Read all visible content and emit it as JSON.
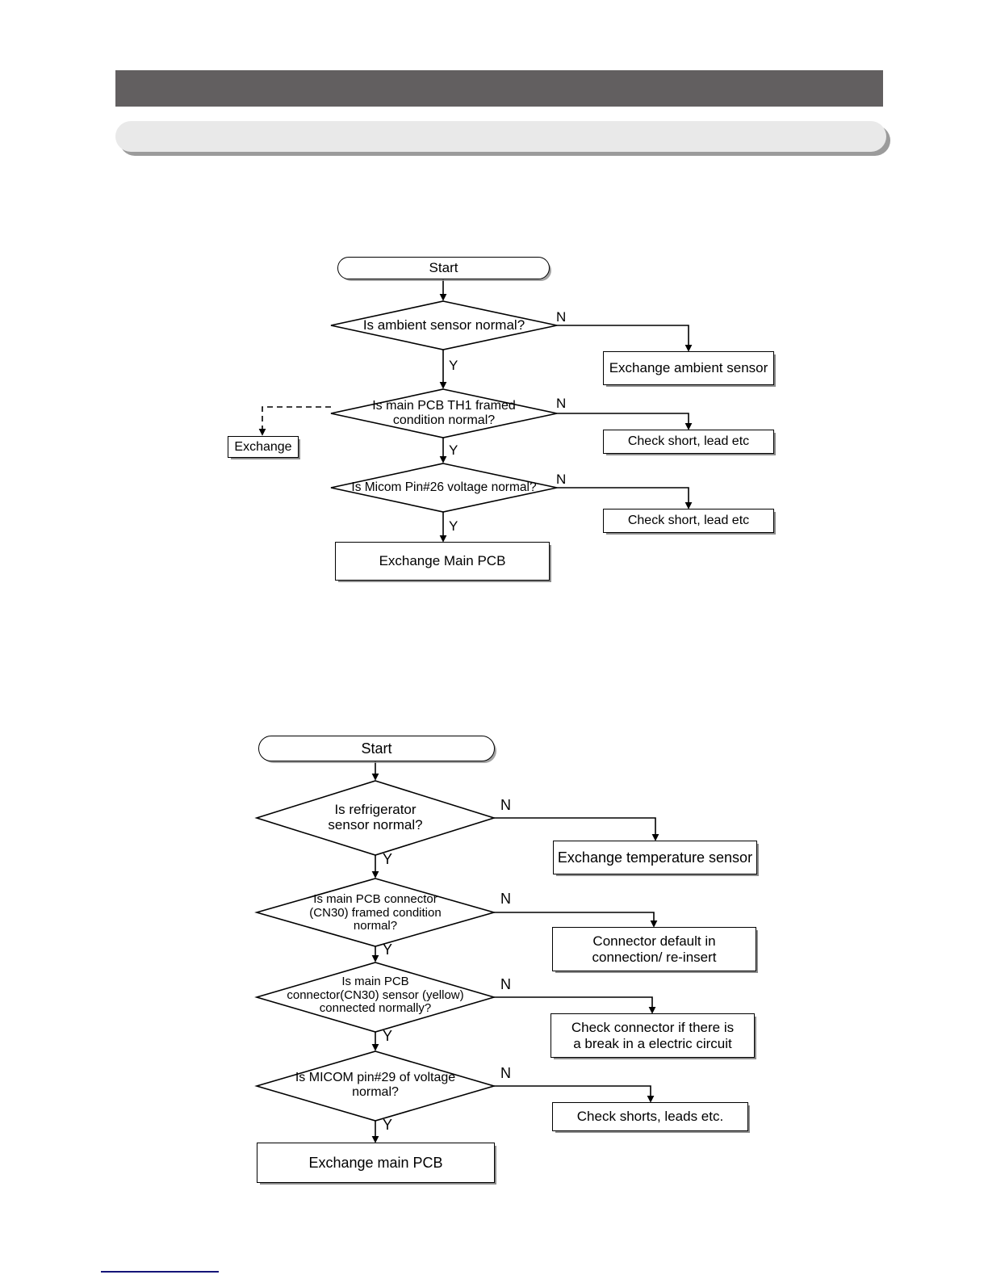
{
  "page": {
    "background_color": "#ffffff",
    "header_bar_color": "#625f60",
    "subheader_bar_color": "#e9e9e9",
    "footer_rule_color": "#141478"
  },
  "header": {
    "title_bar_text": "",
    "subtitle_bar_text": ""
  },
  "flowcharts": [
    {
      "id": "ambient-sensor-diagnostic",
      "start": {
        "label": "Start"
      },
      "decisions": [
        {
          "id": "d1",
          "label": "Is ambient sensor normal?",
          "yes_label": "Y",
          "no_label": "N"
        },
        {
          "id": "d2",
          "label_line1": "Is main PCB TH1 framed",
          "label_line2": "condition normal?",
          "yes_label": "Y",
          "no_label": "N"
        },
        {
          "id": "d3",
          "label": "Is Micom Pin#26 voltage normal?",
          "yes_label": "Y",
          "no_label": "N"
        }
      ],
      "actions": [
        {
          "id": "a1",
          "label": "Exchange ambient sensor"
        },
        {
          "id": "a2",
          "label": "Check short, lead etc"
        },
        {
          "id": "a3",
          "label": "Check short, lead etc"
        },
        {
          "id": "a4",
          "label": "Exchange Main PCB"
        },
        {
          "id": "a5",
          "label": "Exchange"
        }
      ]
    },
    {
      "id": "refrigerator-sensor-diagnostic",
      "start": {
        "label": "Start"
      },
      "decisions": [
        {
          "id": "e1",
          "label_line1": "Is refrigerator",
          "label_line2": "sensor normal?",
          "yes_label": "Y",
          "no_label": "N"
        },
        {
          "id": "e2",
          "label_line1": "Is main PCB connector",
          "label_line2": "(CN30) framed condition",
          "label_line3": "normal?",
          "yes_label": "Y",
          "no_label": "N"
        },
        {
          "id": "e3",
          "label_line1": "Is main PCB",
          "label_line2": "connector(CN30) sensor (yellow)",
          "label_line3": "connected normally?",
          "yes_label": "Y",
          "no_label": "N"
        },
        {
          "id": "e4",
          "label_line1": "Is MICOM pin#29 of voltage",
          "label_line2": "normal?",
          "yes_label": "Y",
          "no_label": "N"
        }
      ],
      "actions": [
        {
          "id": "b1",
          "label": "Exchange temperature sensor"
        },
        {
          "id": "b2",
          "label_line1": "Connector default in",
          "label_line2": "connection/ re-insert"
        },
        {
          "id": "b3",
          "label_line1": "Check connector if there is",
          "label_line2": "a break in a electric circuit"
        },
        {
          "id": "b4",
          "label": "Check shorts, leads etc."
        },
        {
          "id": "b5",
          "label": "Exchange main PCB"
        }
      ]
    }
  ]
}
